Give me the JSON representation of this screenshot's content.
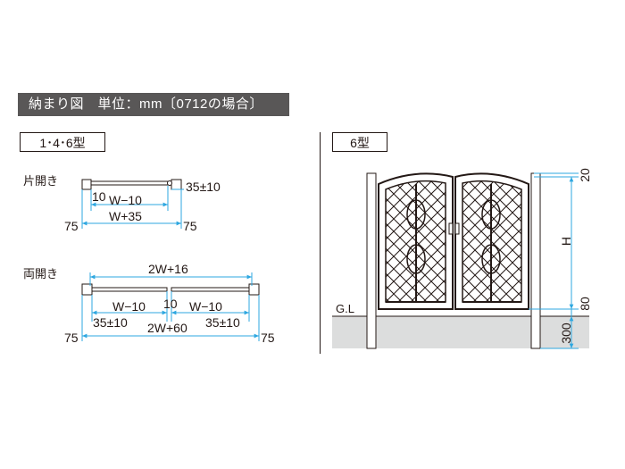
{
  "header": {
    "title": "納まり図　単位：mm〔0712の場合〕"
  },
  "left_panel": {
    "label": "1･4･6型",
    "single": {
      "label": "片開き",
      "dim_gap": "10",
      "dim_inner": "W−10",
      "dim_tolerance": "35±10",
      "dim_total": "W+35",
      "dim_left_post": "75",
      "dim_right_post": "75"
    },
    "double": {
      "label": "両開き",
      "dim_top": "2W+16",
      "dim_left_inner": "W−10",
      "dim_center_gap": "10",
      "dim_right_inner": "W−10",
      "dim_left_tolerance": "35±10",
      "dim_total": "2W+60",
      "dim_right_tolerance": "35±10",
      "dim_left_post": "75",
      "dim_right_post": "75"
    }
  },
  "right_panel": {
    "label": "6型",
    "ground_label": "G.L",
    "dim_top": "20",
    "dim_height": "H",
    "dim_bottom_gap": "80",
    "dim_embed": "300"
  }
}
